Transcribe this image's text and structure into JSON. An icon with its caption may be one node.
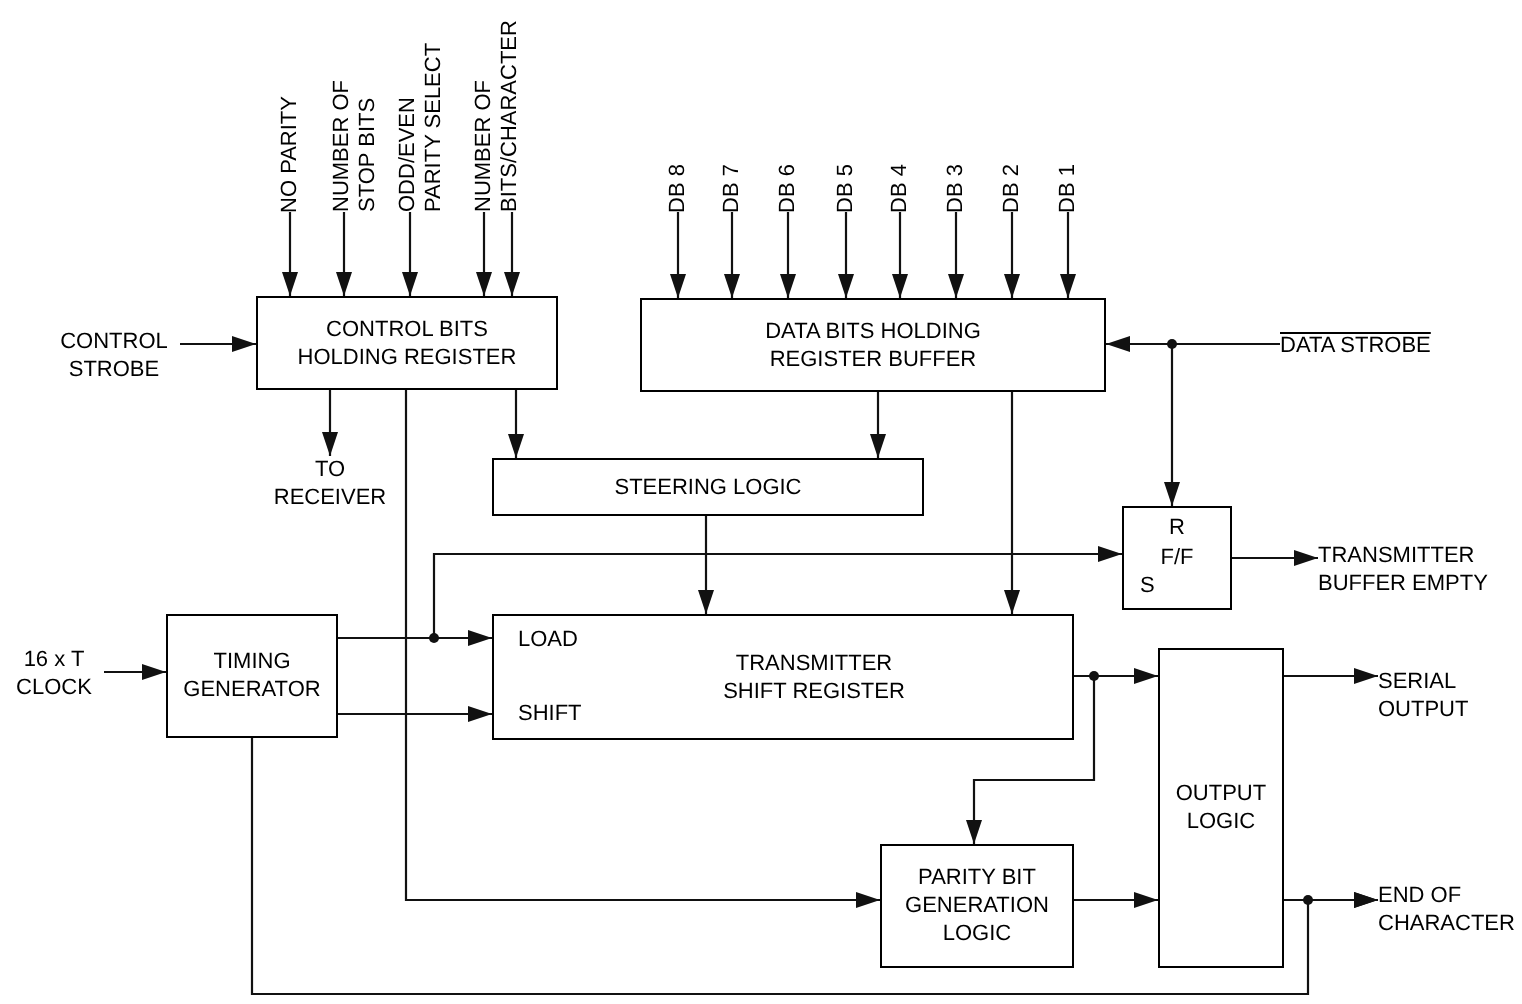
{
  "diagram": {
    "nodes": [
      {
        "text": [
          "NO PARITY"
        ]
      },
      {
        "text": [
          "NUMBER OF STOP BITS"
        ]
      },
      {
        "text": [
          "ODD/EVEN PARITY SELECT"
        ]
      },
      {
        "text": [
          "NUMBER OF BITS/CHARACTER"
        ]
      },
      {
        "text": [
          "DB 8"
        ]
      },
      {
        "text": [
          "DB 7"
        ]
      },
      {
        "text": [
          "DB 6"
        ]
      },
      {
        "text": [
          "DB 5"
        ]
      },
      {
        "text": [
          "DB 4"
        ]
      },
      {
        "text": [
          "DB 3"
        ]
      },
      {
        "text": [
          "DB 2"
        ]
      },
      {
        "text": [
          "DB 1"
        ]
      },
      {
        "text": [
          "CONTROL STROBE"
        ]
      },
      {
        "text": [
          "CONTROL BITS HOLDING REGISTER"
        ]
      },
      {
        "text": [
          "DATA BITS HOLDING REGISTER BUFFER"
        ]
      },
      {
        "text": [
          "DATA STROBE"
        ]
      },
      {
        "text": [
          "TO RECEIVER"
        ]
      },
      {
        "text": [
          "STEERING LOGIC"
        ]
      },
      {
        "text": [
          "R",
          "F/F",
          "S"
        ]
      },
      {
        "text": [
          "TRANSMITTER BUFFER EMPTY"
        ]
      },
      {
        "text": [
          "16 x T CLOCK"
        ]
      },
      {
        "text": [
          "TIMING GENERATOR"
        ]
      },
      {
        "text": [
          "LOAD",
          "TRANSMITTER SHIFT REGISTER",
          "SHIFT"
        ]
      },
      {
        "text": [
          "SERIAL OUTPUT"
        ]
      },
      {
        "text": [
          "OUTPUT LOGIC"
        ]
      },
      {
        "text": [
          "PARITY BIT GENERATION LOGIC"
        ]
      },
      {
        "text": [
          "END OF CHARACTER"
        ]
      }
    ],
    "edges": [
      {
        "from": 0,
        "to": 13,
        "arrow": "to"
      },
      {
        "from": 1,
        "to": 13,
        "arrow": "to"
      },
      {
        "from": 2,
        "to": 13,
        "arrow": "to"
      },
      {
        "from": 3,
        "to": 13,
        "arrow": "to"
      },
      {
        "from": 3,
        "to": 13,
        "arrow": "to"
      },
      {
        "from": 4,
        "to": 14,
        "arrow": "to"
      },
      {
        "from": 5,
        "to": 14,
        "arrow": "to"
      },
      {
        "from": 6,
        "to": 14,
        "arrow": "to"
      },
      {
        "from": 7,
        "to": 14,
        "arrow": "to"
      },
      {
        "from": 8,
        "to": 14,
        "arrow": "to"
      },
      {
        "from": 9,
        "to": 14,
        "arrow": "to"
      },
      {
        "from": 10,
        "to": 14,
        "arrow": "to"
      },
      {
        "from": 11,
        "to": 14,
        "arrow": "to"
      },
      {
        "from": 12,
        "to": 13,
        "arrow": "to"
      },
      {
        "from": 13,
        "to": 16,
        "arrow": "to"
      },
      {
        "from": 13,
        "to": 17,
        "arrow": "to"
      },
      {
        "from": 13,
        "to": 25,
        "arrow": "to"
      },
      {
        "from": 14,
        "to": 17,
        "arrow": "to"
      },
      {
        "from": 14,
        "to": 22,
        "arrow": "to"
      },
      {
        "from": 15,
        "to": 14,
        "arrow": "to"
      },
      {
        "from": 15,
        "to": 18,
        "arrow": "to"
      },
      {
        "from": 17,
        "to": 22,
        "arrow": "to"
      },
      {
        "from": 21,
        "to": 22,
        "arrow": "to"
      },
      {
        "from": 21,
        "to": 18,
        "arrow": "to"
      },
      {
        "from": 21,
        "to": 22,
        "arrow": "to"
      },
      {
        "from": 20,
        "to": 21,
        "arrow": "to"
      },
      {
        "from": 18,
        "to": 19,
        "arrow": "to"
      },
      {
        "from": 22,
        "to": 24,
        "arrow": "to"
      },
      {
        "from": 22,
        "to": 25,
        "arrow": "to"
      },
      {
        "from": 25,
        "to": 24,
        "arrow": "to"
      },
      {
        "from": 24,
        "to": 23,
        "arrow": "to"
      },
      {
        "from": 24,
        "to": 26,
        "arrow": "to"
      },
      {
        "from": 21,
        "to": 26,
        "arrow": "to"
      }
    ]
  }
}
